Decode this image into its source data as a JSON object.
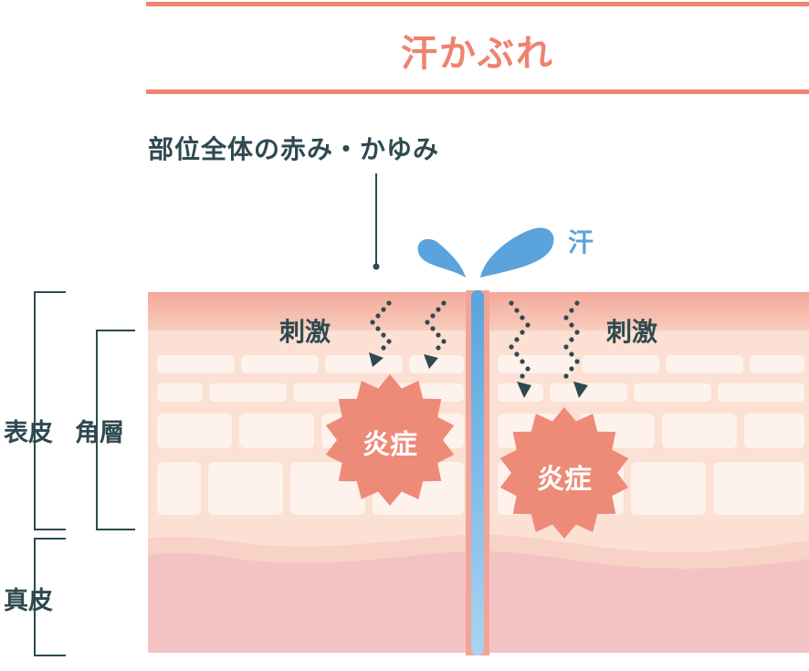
{
  "title": "汗かぶれ",
  "callout_text": "部位全体の赤み・かゆみ",
  "sweat_label": "汗",
  "stimulus_label": "刺激",
  "inflammation_label": "炎症",
  "layers": {
    "epidermis": "表皮",
    "stratum_corneum": "角層",
    "dermis": "真皮"
  },
  "colors": {
    "accent": "#ef8470",
    "text_dark": "#2e4a50",
    "sweat_blue": "#5aa3dc",
    "inflammation": "#ee8a78",
    "skin_top": "#f2a497",
    "epidermis": "#fbe0d2",
    "dermis": "#f3c2c3"
  }
}
